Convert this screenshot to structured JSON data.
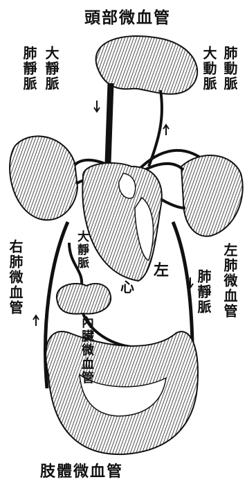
{
  "labels": {
    "head_capillaries": "頭部微血管",
    "pulmonary_veins": "肺靜脈",
    "vena_cava": "大靜脈",
    "aorta": "大動脈",
    "pulmonary_artery": "肺動脈",
    "right_lung_capillaries": "右肺微血管",
    "left_lung_capillaries": "左肺微血管",
    "vena_cava_inner": "大靜脈",
    "left": "左",
    "heart": "心",
    "pulmonary_vein_right": "肺靜脈",
    "visceral_capillaries": "內臟微血管",
    "limb_capillaries": "肢體微血管"
  }
}
